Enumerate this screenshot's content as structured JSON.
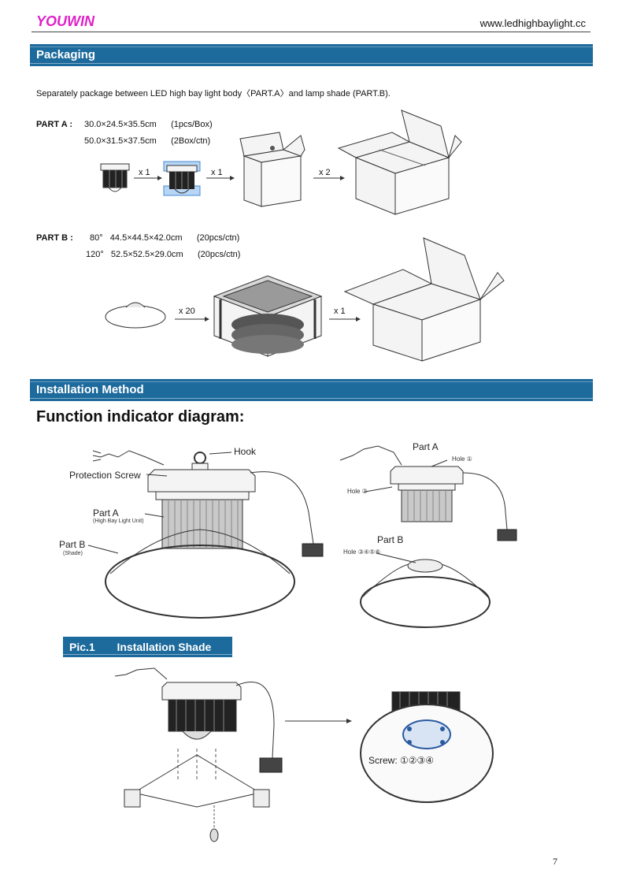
{
  "header": {
    "brand": "YOUWIN",
    "url": "www.ledhighbaylight.cc"
  },
  "packaging": {
    "title": "Packaging",
    "description": "Separately package between LED high bay light body〈PART.A〉and lamp shade (PART.B).",
    "part_a": {
      "label": "PART A :",
      "line1": "30.0×24.5×35.5cm      (1pcs/Box)",
      "line2": "50.0×31.5×37.5cm      (2Box/ctn)",
      "mult1": "x 1",
      "mult2": "x 1",
      "mult3": "x 2"
    },
    "part_b": {
      "label": "PART B :",
      "line1": "80°   44.5×44.5×42.0cm      (20pcs/ctn)",
      "line2": "120°   52.5×52.5×29.0cm      (20pcs/ctn)",
      "mult1": "x 20",
      "mult2": "x 1"
    }
  },
  "installation": {
    "title": "Installation Method",
    "heading": "Function indicator diagram:",
    "labels": {
      "hook": "Hook",
      "protection_screw": "Protection Screw",
      "part_a": "Part A",
      "part_a_sub": "(High Bay Light Unit)",
      "part_b": "Part B",
      "part_b_sub": "(Shade)",
      "right_part_a": "Part A",
      "hole1": "Hole ①",
      "hole2": "Hole ②",
      "right_part_b": "Part B",
      "hole_many": "Hole ③④⑤⑥"
    },
    "pic1": {
      "num": "Pic.1",
      "title": "Installation Shade"
    },
    "screw_label": "Screw: ①②③④"
  },
  "page_number": "7"
}
